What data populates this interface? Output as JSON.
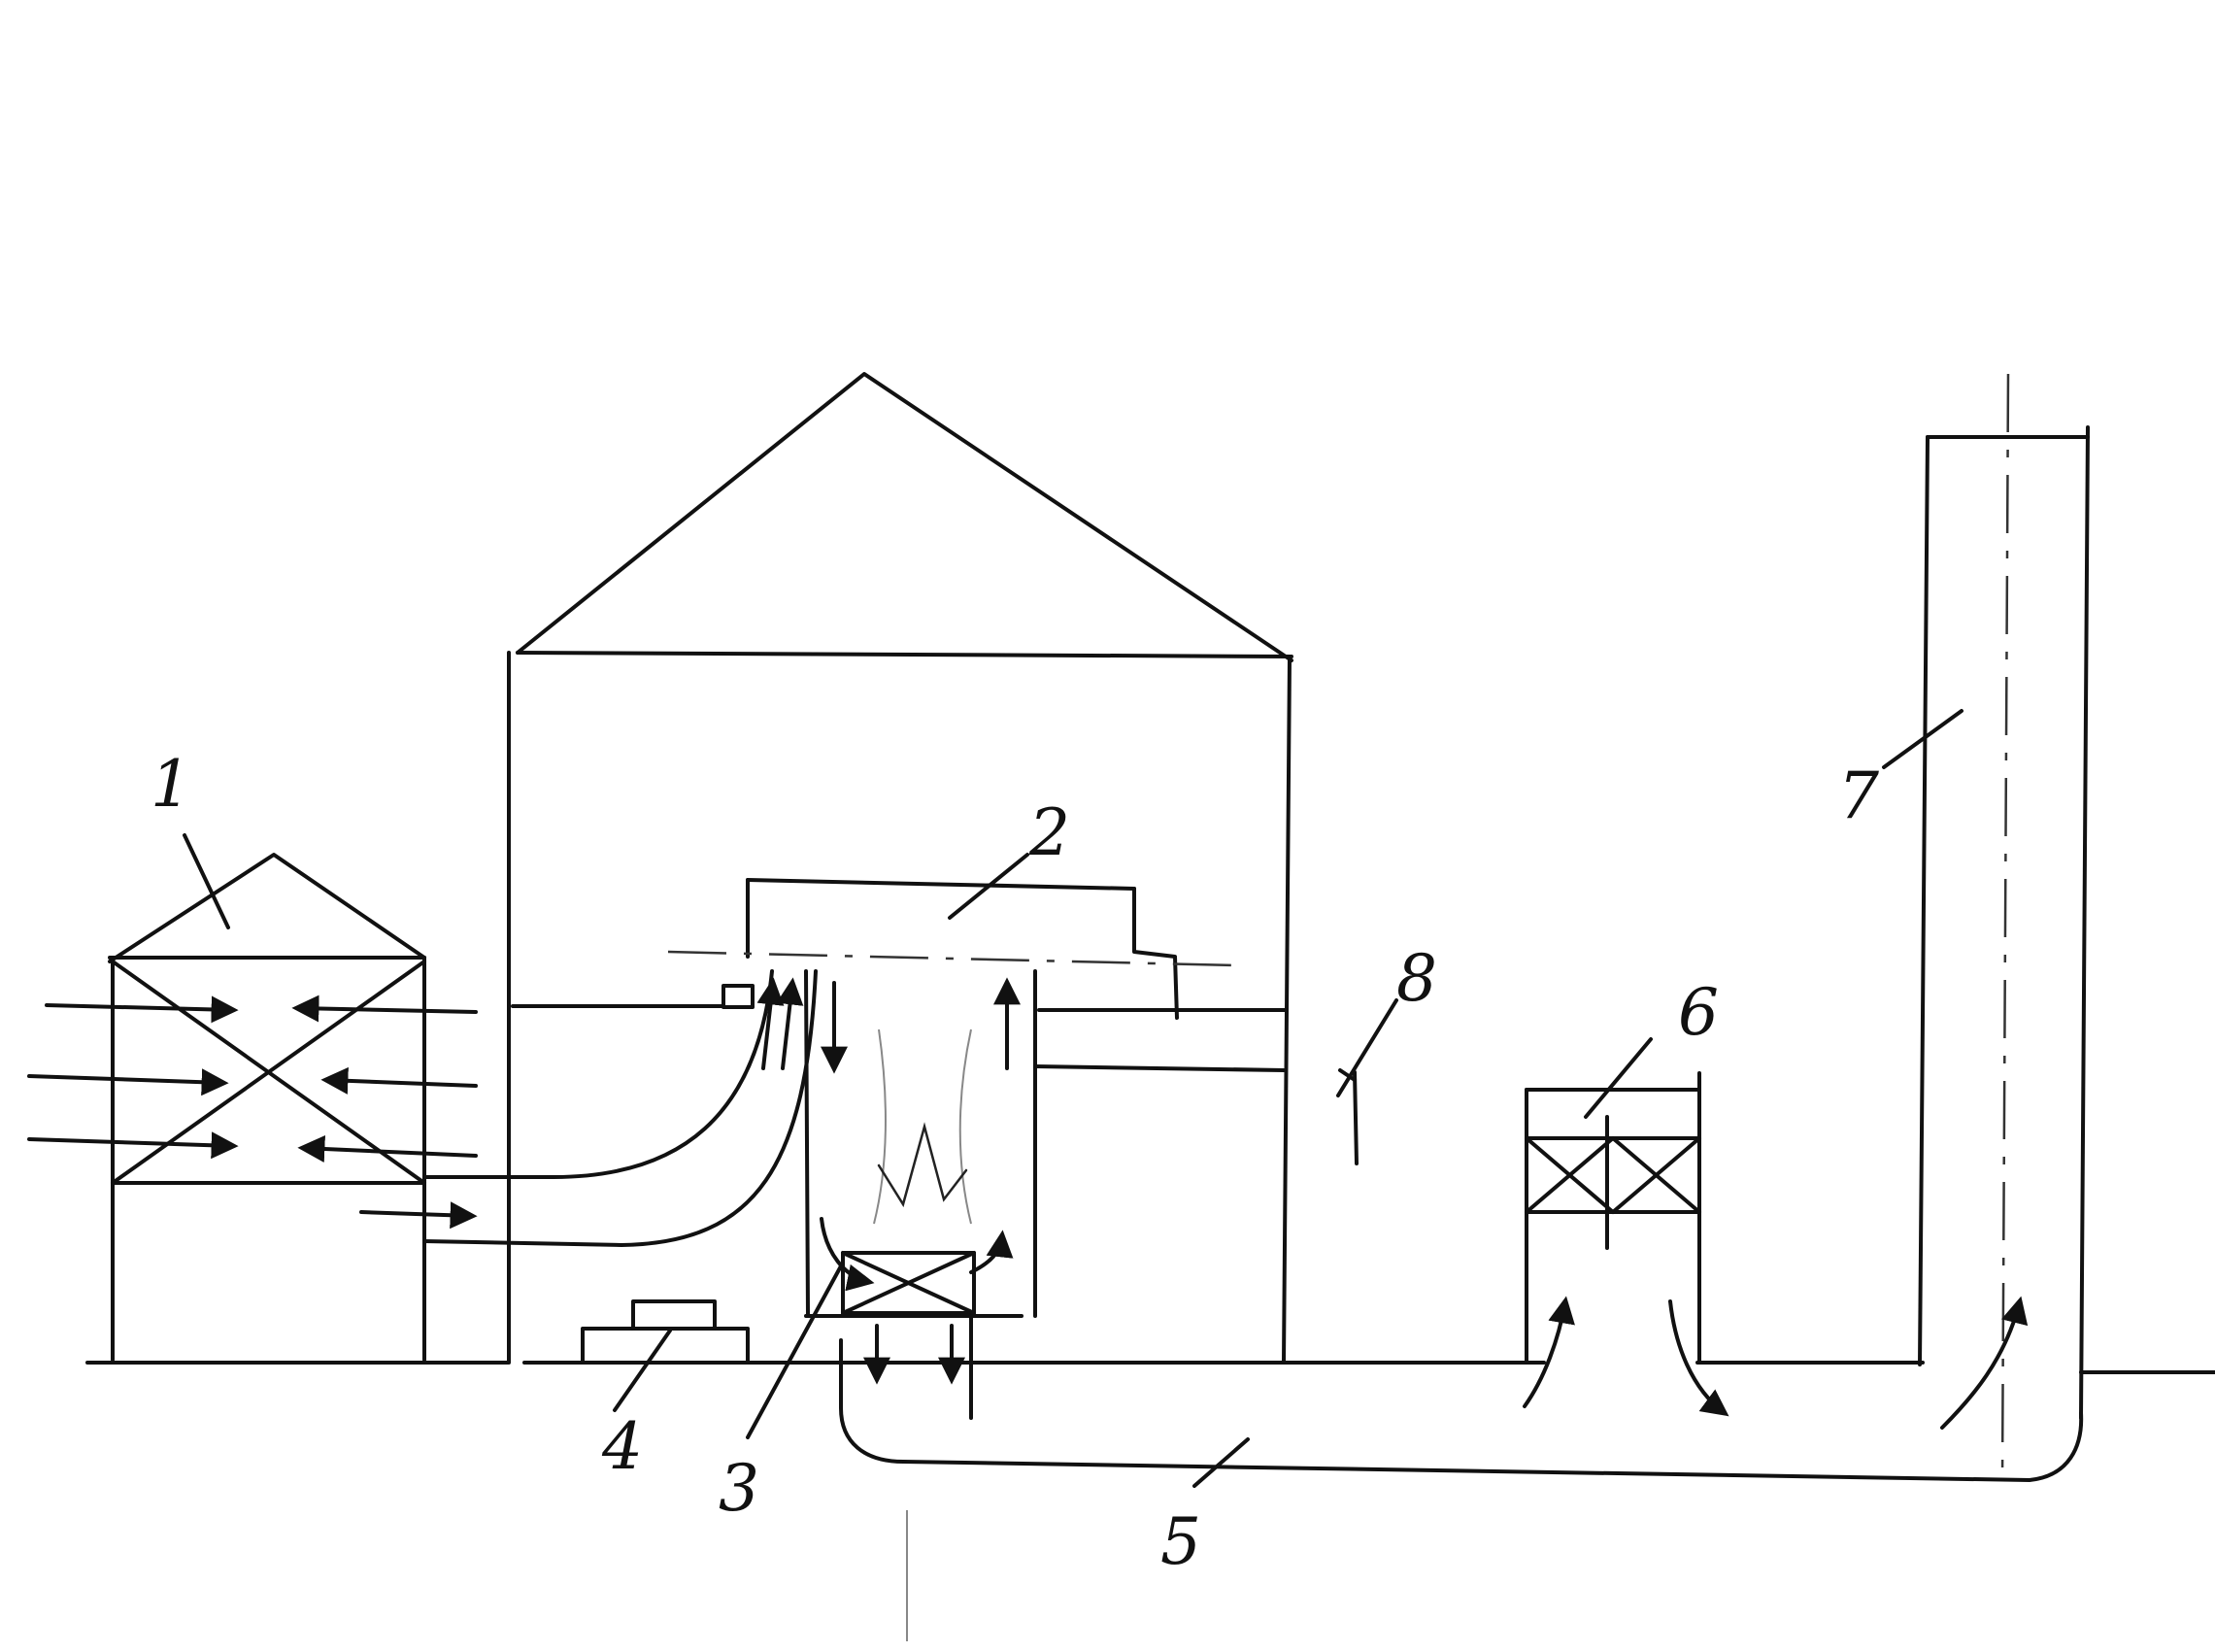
{
  "labels": {
    "n1": "1",
    "n2": "2",
    "n3": "3",
    "n4": "4",
    "n5": "5",
    "n6": "6",
    "n7": "7",
    "n8": "8"
  },
  "colors": {
    "ink": "#111111",
    "paper": "#ffffff"
  }
}
